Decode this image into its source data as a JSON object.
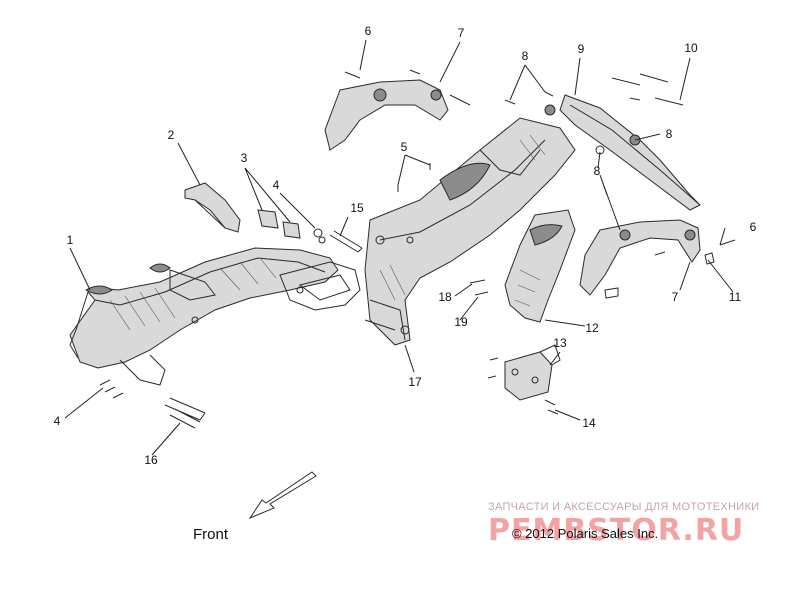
{
  "callouts": [
    {
      "id": "c1",
      "label": "1"
    },
    {
      "id": "c2",
      "label": "2"
    },
    {
      "id": "c3",
      "label": "3"
    },
    {
      "id": "c4a",
      "label": "4"
    },
    {
      "id": "c4b",
      "label": "4"
    },
    {
      "id": "c5",
      "label": "5"
    },
    {
      "id": "c6a",
      "label": "6"
    },
    {
      "id": "c6b",
      "label": "6"
    },
    {
      "id": "c7a",
      "label": "7"
    },
    {
      "id": "c7b",
      "label": "7"
    },
    {
      "id": "c8a",
      "label": "8"
    },
    {
      "id": "c8b",
      "label": "8"
    },
    {
      "id": "c8c",
      "label": "8"
    },
    {
      "id": "c9",
      "label": "9"
    },
    {
      "id": "c10",
      "label": "10"
    },
    {
      "id": "c11",
      "label": "11"
    },
    {
      "id": "c12",
      "label": "12"
    },
    {
      "id": "c13",
      "label": "13"
    },
    {
      "id": "c14",
      "label": "14"
    },
    {
      "id": "c15",
      "label": "15"
    },
    {
      "id": "c16",
      "label": "16"
    },
    {
      "id": "c17",
      "label": "17"
    },
    {
      "id": "c18",
      "label": "18"
    },
    {
      "id": "c19",
      "label": "19"
    }
  ],
  "front_label": "Front",
  "copyright": "© 2012 Polaris Sales Inc.",
  "watermark_top": "ЗАПЧАСТИ И АКСЕССУАРЫ ДЛЯ МОТОТЕХНИКИ",
  "watermark_logo": "PEMBSTOR.RU"
}
